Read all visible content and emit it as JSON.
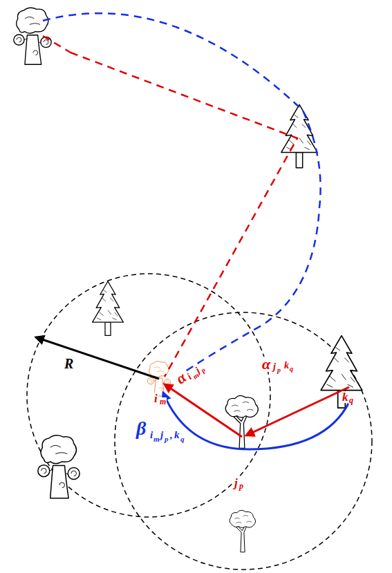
{
  "diagram": {
    "labels": [
      "R",
      "i",
      "m",
      "j",
      "p",
      "k",
      "q",
      "α",
      "i",
      "m",
      "j",
      "p",
      "α",
      "j",
      "p",
      "k",
      "q",
      "β",
      "i",
      "m",
      "j",
      "p",
      ",",
      "k",
      "q"
    ]
  }
}
